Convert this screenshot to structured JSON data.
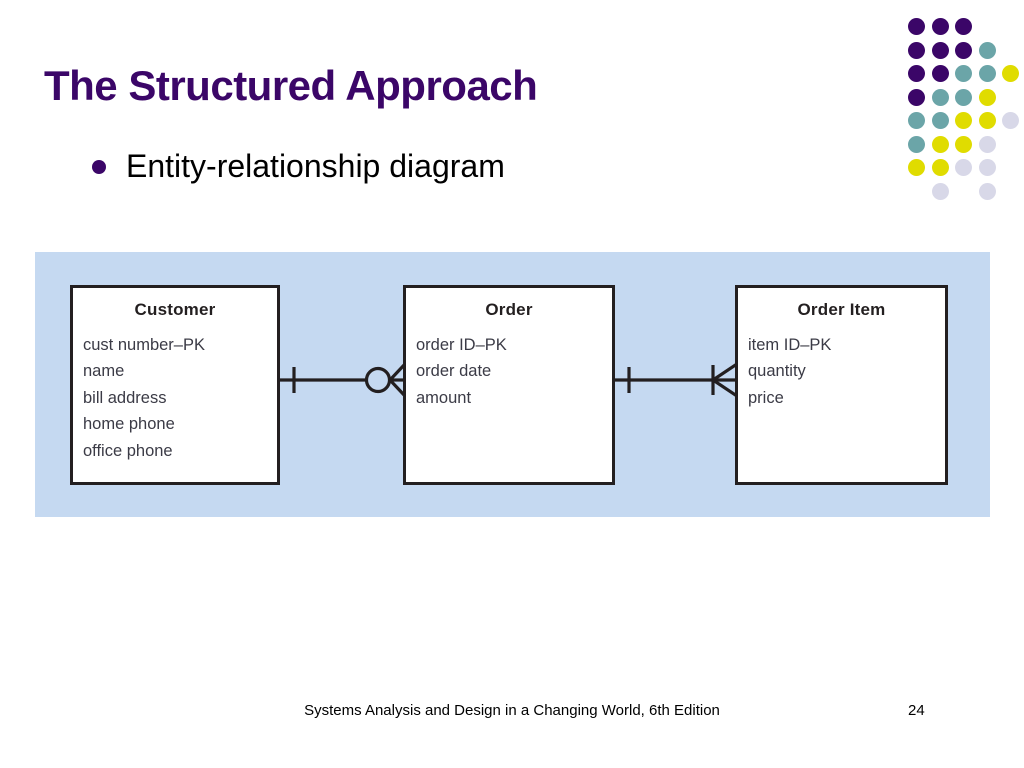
{
  "slide": {
    "title": "The Structured Approach",
    "bullet": "Entity-relationship diagram",
    "bullet_marker": "bullet-dot",
    "footer": "Systems Analysis and Design in a Changing World, 6th Edition",
    "page_number": "24"
  },
  "colors": {
    "title_purple": "#3B0668",
    "panel_blue": "#c5d9f1",
    "dot_purple": "#3B0668",
    "dot_teal": "#6BA5A8",
    "dot_yellow": "#E0DC00",
    "dot_lavender": "#D8D8E8",
    "entity_border": "#231f20"
  },
  "diagram": {
    "type": "entity-relationship-diagram",
    "entities": [
      {
        "name": "Customer",
        "attributes": [
          "cust number–PK",
          "name",
          "bill address",
          "home phone",
          "office phone"
        ]
      },
      {
        "name": "Order",
        "attributes": [
          "order ID–PK",
          "order date",
          "amount"
        ]
      },
      {
        "name": "Order Item",
        "attributes": [
          "item ID–PK",
          "quantity",
          "price"
        ]
      }
    ],
    "relationships": [
      {
        "from": "Customer",
        "to": "Order",
        "from_cardinality": "one-mandatory",
        "to_cardinality": "zero-or-many",
        "from_symbol": "single-tick",
        "to_symbol": "circle-crows-foot"
      },
      {
        "from": "Order",
        "to": "Order Item",
        "from_cardinality": "one-mandatory",
        "to_cardinality": "one-or-many",
        "from_symbol": "single-tick",
        "to_symbol": "tick-crows-foot"
      }
    ]
  },
  "decoration": {
    "name": "dot-grid",
    "rows": [
      [
        "purple",
        "purple",
        "purple",
        null,
        null
      ],
      [
        "purple",
        "purple",
        "purple",
        "teal",
        null
      ],
      [
        "purple",
        "purple",
        "teal",
        "teal",
        "yellow"
      ],
      [
        "purple",
        "teal",
        "teal",
        "yellow",
        null
      ],
      [
        "teal",
        "teal",
        "yellow",
        "yellow",
        "lavender"
      ],
      [
        "teal",
        "yellow",
        "yellow",
        "lavender",
        null
      ],
      [
        "yellow",
        "yellow",
        "lavender",
        "lavender",
        null
      ],
      [
        null,
        "lavender",
        null,
        "lavender",
        null
      ]
    ]
  }
}
